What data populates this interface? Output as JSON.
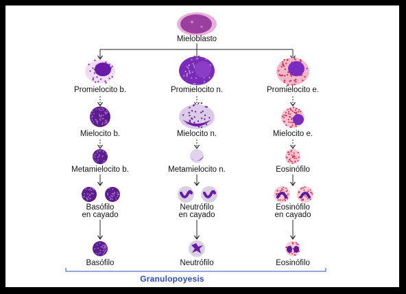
{
  "title": "Granulopoyesis",
  "root": "Mieloblasto",
  "lineages": [
    {
      "id": "b",
      "stages": [
        "Promielocito b.",
        "Mielocito b.",
        "Metamielocito b."
      ],
      "band_lines": [
        "Basófilo",
        "en cayado"
      ],
      "mature": "Basófilo"
    },
    {
      "id": "n",
      "stages": [
        "Promielocito n.",
        "Mielocito n.",
        "Metamielocito n."
      ],
      "band_lines": [
        "Neutrófilo",
        "en cayado"
      ],
      "mature": "Neutrófilo"
    },
    {
      "id": "e",
      "stages": [
        "Promielocito e.",
        "Mielocito e.",
        "Eosinófilo"
      ],
      "band_lines": [
        "Eosinófilo",
        "en cayado"
      ],
      "mature": "Eosinófilo"
    }
  ],
  "colors": {
    "nucleus": "#6a1aa8",
    "cytoplasm_pale": "#e6d9f0",
    "basophil": "#5b1c8c",
    "neutrophil_cyto": "#d9cfe3",
    "eosinophil_granule": "#d9305a",
    "caption": "#2f4bb0",
    "arrow": "#222222"
  },
  "icons": [
    "blast-cell-icon",
    "granulocyte-cell-icon",
    "arrow-down-icon"
  ]
}
